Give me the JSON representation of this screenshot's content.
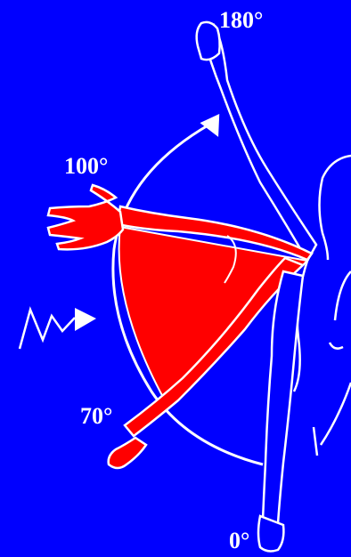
{
  "labels": {
    "deg_180": "180°",
    "deg_100": "100°",
    "deg_70": "70°",
    "deg_0": "0°"
  },
  "colors": {
    "background": "#0000ff",
    "highlight": "#ff0000",
    "outline": "#ffffff"
  },
  "icons": {
    "force": "zigzag-arrow-icon",
    "direction": "arc-arrow-icon",
    "rotation": "rotation-arrow-icon"
  }
}
